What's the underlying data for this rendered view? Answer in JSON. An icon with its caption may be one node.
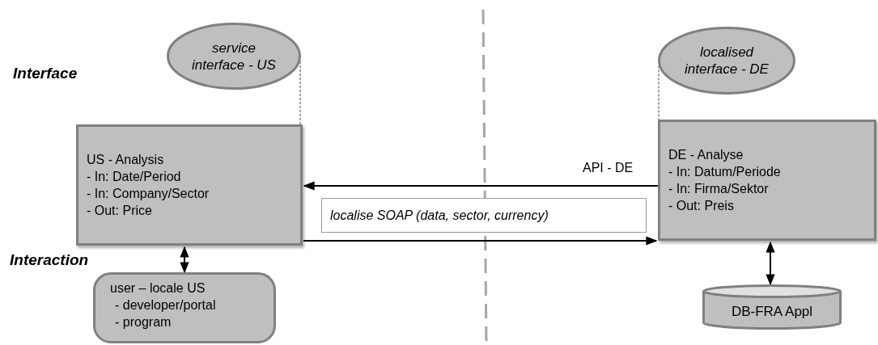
{
  "diagram": {
    "nodes": [
      {
        "text": [
          "service interface - US"
        ]
      },
      {
        "text": [
          "US - Analysis",
          "- In: Date/Period",
          "- In: Company/Sector",
          "- Out: Price"
        ]
      },
      {
        "text": [
          "localised interface - DE"
        ]
      },
      {
        "text": [
          "DE - Analyse",
          "- In: Datum/Periode",
          "- In: Firma/Sektor",
          "- Out: Preis"
        ]
      },
      {
        "text": [
          "localise SOAP (data, sector, currency)"
        ]
      },
      {
        "text": [
          "user – locale US",
          "- developer/portal",
          "- program"
        ]
      },
      {
        "text": [
          "DB-FRA Appl"
        ]
      }
    ],
    "edges": [
      {
        "from": 0,
        "to": 1,
        "arrow": "none",
        "style": "dashed"
      },
      {
        "from": 2,
        "to": 3,
        "arrow": "none",
        "style": "dashed"
      },
      {
        "from": 3,
        "to": 1,
        "arrow": "to",
        "label": "API - DE"
      },
      {
        "from": 1,
        "to": 3,
        "arrow": "to"
      },
      {
        "from": 1,
        "to": 5,
        "arrow": "both"
      },
      {
        "from": 3,
        "to": 6,
        "arrow": "both"
      }
    ],
    "labels": [
      "Interface",
      "Interaction"
    ]
  }
}
